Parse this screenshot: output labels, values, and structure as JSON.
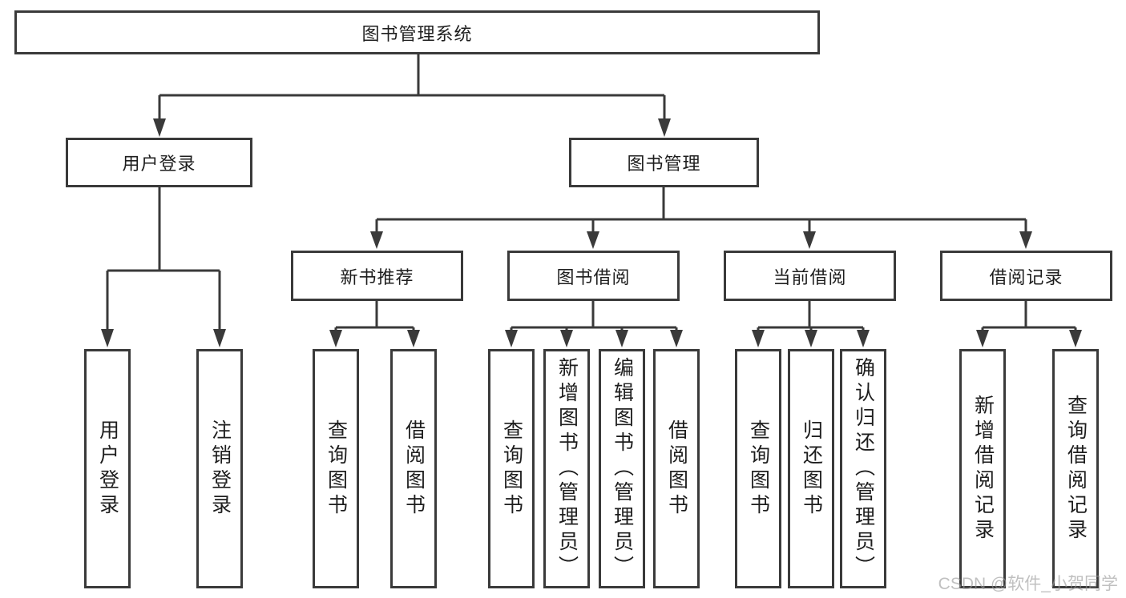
{
  "colors": {
    "line": "#3a3a3a",
    "text": "#1e1e1e",
    "background": "#ffffff",
    "watermark": "#9a9a9a"
  },
  "watermark": "CSDN @软件_小贺同学",
  "tree": {
    "label": "图书管理系统",
    "children": [
      {
        "label": "用户登录",
        "children": [
          {
            "label": "用户登录"
          },
          {
            "label": "注销登录"
          }
        ]
      },
      {
        "label": "图书管理",
        "children": [
          {
            "label": "新书推荐",
            "children": [
              {
                "label": "查询图书"
              },
              {
                "label": "借阅图书"
              }
            ]
          },
          {
            "label": "图书借阅",
            "children": [
              {
                "label": "查询图书"
              },
              {
                "label": "新增图书（管理员）"
              },
              {
                "label": "编辑图书（管理员）"
              },
              {
                "label": "借阅图书"
              }
            ]
          },
          {
            "label": "当前借阅",
            "children": [
              {
                "label": "查询图书"
              },
              {
                "label": "归还图书"
              },
              {
                "label": "确认归还（管理员）"
              }
            ]
          },
          {
            "label": "借阅记录",
            "children": [
              {
                "label": "新增借阅记录"
              },
              {
                "label": "查询借阅记录"
              }
            ]
          }
        ]
      }
    ]
  }
}
